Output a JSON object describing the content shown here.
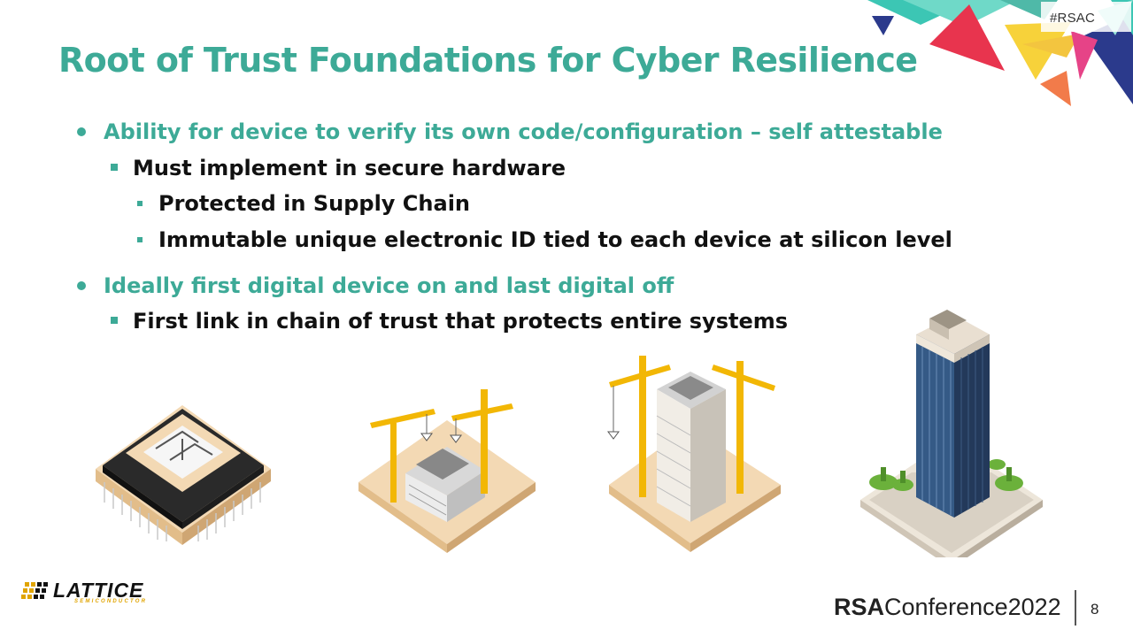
{
  "slide": {
    "hashtag": "#RSAC",
    "title": "Root of Trust Foundations for Cyber Resilience",
    "bullets": [
      {
        "level": 1,
        "text": "Ability for device to verify its own code/configuration – self attestable"
      },
      {
        "level": 2,
        "text": "Must implement in secure hardware"
      },
      {
        "level": 3,
        "text": "Protected in Supply Chain"
      },
      {
        "level": 3,
        "text": "Immutable unique electronic ID tied to each device at silicon level"
      },
      {
        "level": 1,
        "text": "Ideally first digital device on and last digital off"
      },
      {
        "level": 2,
        "text": "First link in chain of trust that protects entire systems"
      }
    ],
    "illustrations": [
      "chip-illustration",
      "construction-early-illustration",
      "construction-tower-illustration",
      "skyscraper-illustration"
    ]
  },
  "footer": {
    "logo_text": "LATTICE",
    "logo_subtext": "SEMICONDUCTOR",
    "brand_rsa": "RSA",
    "brand_rest": "Conference2022",
    "page_number": "8"
  },
  "colors": {
    "accent": "#3daa97",
    "text": "#111111",
    "crane": "#f2b705",
    "pad": "#f0d6ae"
  }
}
